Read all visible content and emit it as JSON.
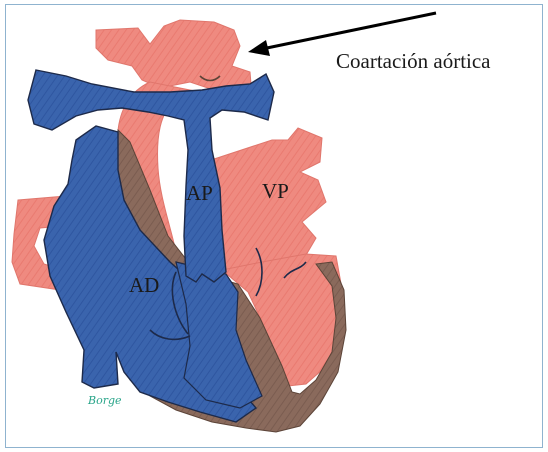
{
  "annotation": {
    "label": "Coartación aórtica"
  },
  "labels": {
    "ap": "AP",
    "vp": "VP",
    "ad": "AD"
  },
  "signature": "Borge",
  "colors": {
    "venous_blue": "#3a64ad",
    "arterial_red": "#ef8a80",
    "myocardium_brown": "#8a6a5c",
    "outline": "#1d2a4a",
    "signature_green": "#2aa58a"
  }
}
